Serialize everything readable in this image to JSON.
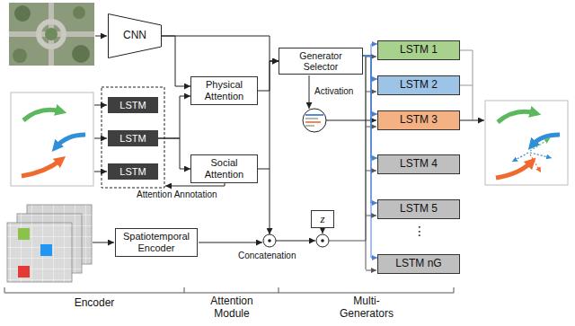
{
  "diagram": {
    "nodes": [
      {
        "text": [
          "CNN"
        ]
      },
      {
        "text": [
          "LSTM"
        ]
      },
      {
        "text": [
          "LSTM"
        ]
      },
      {
        "text": [
          "LSTM"
        ]
      },
      {
        "text": [
          "Physical Attention"
        ]
      },
      {
        "text": [
          "Social Attention"
        ]
      },
      {
        "text": [
          "Generator Selector"
        ]
      },
      {
        "text": [
          "Spatiotemporal Encoder"
        ]
      },
      {
        "text": [
          "z"
        ]
      },
      {
        "text": [
          "LSTM 1"
        ]
      },
      {
        "text": [
          "LSTM 2"
        ]
      },
      {
        "text": [
          "LSTM 3"
        ]
      },
      {
        "text": [
          "LSTM 4"
        ]
      },
      {
        "text": [
          "LSTM 5"
        ]
      },
      {
        "text": [
          "LSTM nG"
        ]
      }
    ],
    "edges": [
      {
        "from": 0,
        "to": 4,
        "arrow": "to"
      },
      {
        "from": 0,
        "to": 6,
        "arrow": "to"
      },
      {
        "from": 2,
        "to": 4,
        "arrow": "to"
      },
      {
        "from": 2,
        "to": 5,
        "arrow": "to"
      },
      {
        "from": 4,
        "to": 6,
        "arrow": "to"
      },
      {
        "from": 5,
        "to": 6,
        "arrow": "to"
      },
      {
        "from": 6,
        "to": 9,
        "arrow": "to"
      },
      {
        "from": 6,
        "to": 10,
        "arrow": "to"
      },
      {
        "from": 6,
        "to": 11,
        "arrow": "to"
      },
      {
        "from": 6,
        "to": 12,
        "arrow": "to"
      },
      {
        "from": 6,
        "to": 13,
        "arrow": "to"
      },
      {
        "from": 6,
        "to": 14,
        "arrow": "to"
      }
    ],
    "labels": [
      "Attention Annotation",
      "Activation",
      "Concatenation",
      "⋮",
      "Encoder",
      "Attention Module",
      "Multi-Generators"
    ]
  }
}
